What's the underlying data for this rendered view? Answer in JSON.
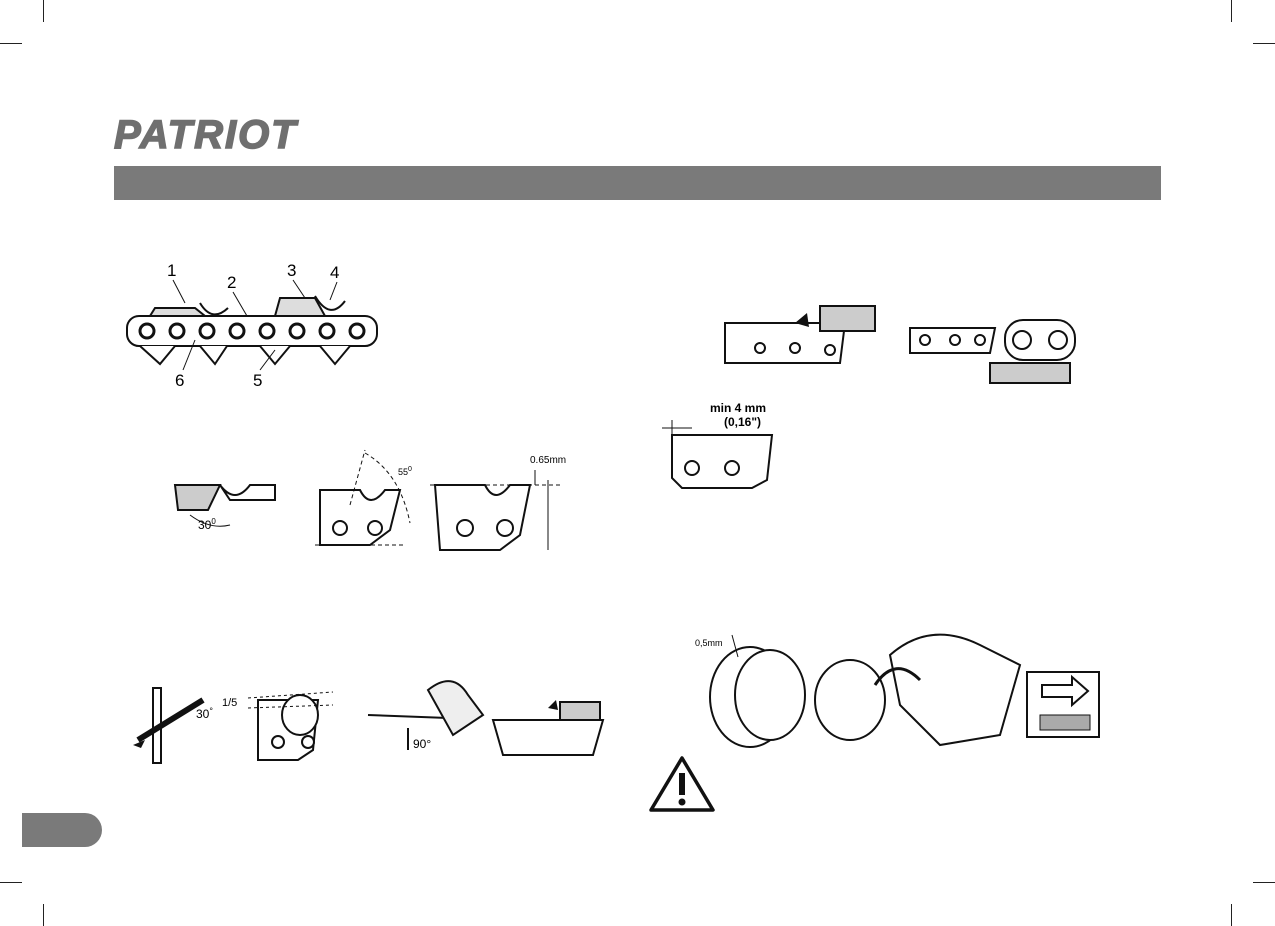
{
  "brand": {
    "logo_text": "PATRIOT"
  },
  "header_bar": {
    "color": "#7a7a7a"
  },
  "figures": {
    "chain_parts": {
      "callouts": [
        "1",
        "2",
        "3",
        "4",
        "5",
        "6"
      ]
    },
    "cutter_angles": {
      "angle_top": "30",
      "angle_top_unit": "0",
      "angle_side": "55",
      "angle_side_unit": "0",
      "depth": "0.65mm"
    },
    "sharpening": {
      "file_angle": "30",
      "file_angle_unit": "°",
      "ratio": "1/5",
      "right_angle": "90°"
    },
    "min_cutter": {
      "label_line1": "min 4 mm",
      "label_line2": "(0,16\")"
    },
    "sprocket": {
      "wear": "0,5mm"
    }
  },
  "icons": [
    "warning-icon",
    "arrow-icon"
  ]
}
